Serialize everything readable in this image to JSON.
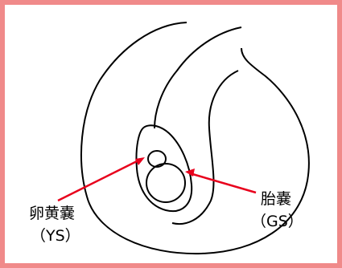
{
  "labels": {
    "yolk_sac": {
      "name": "卵黄嚢",
      "abbr": "（YS）"
    },
    "gestational_sac": {
      "name": "胎嚢",
      "abbr": "（GS）"
    }
  },
  "colors": {
    "border": "#f08a8a",
    "arrow": "#e8001c",
    "outline": "#000000"
  }
}
